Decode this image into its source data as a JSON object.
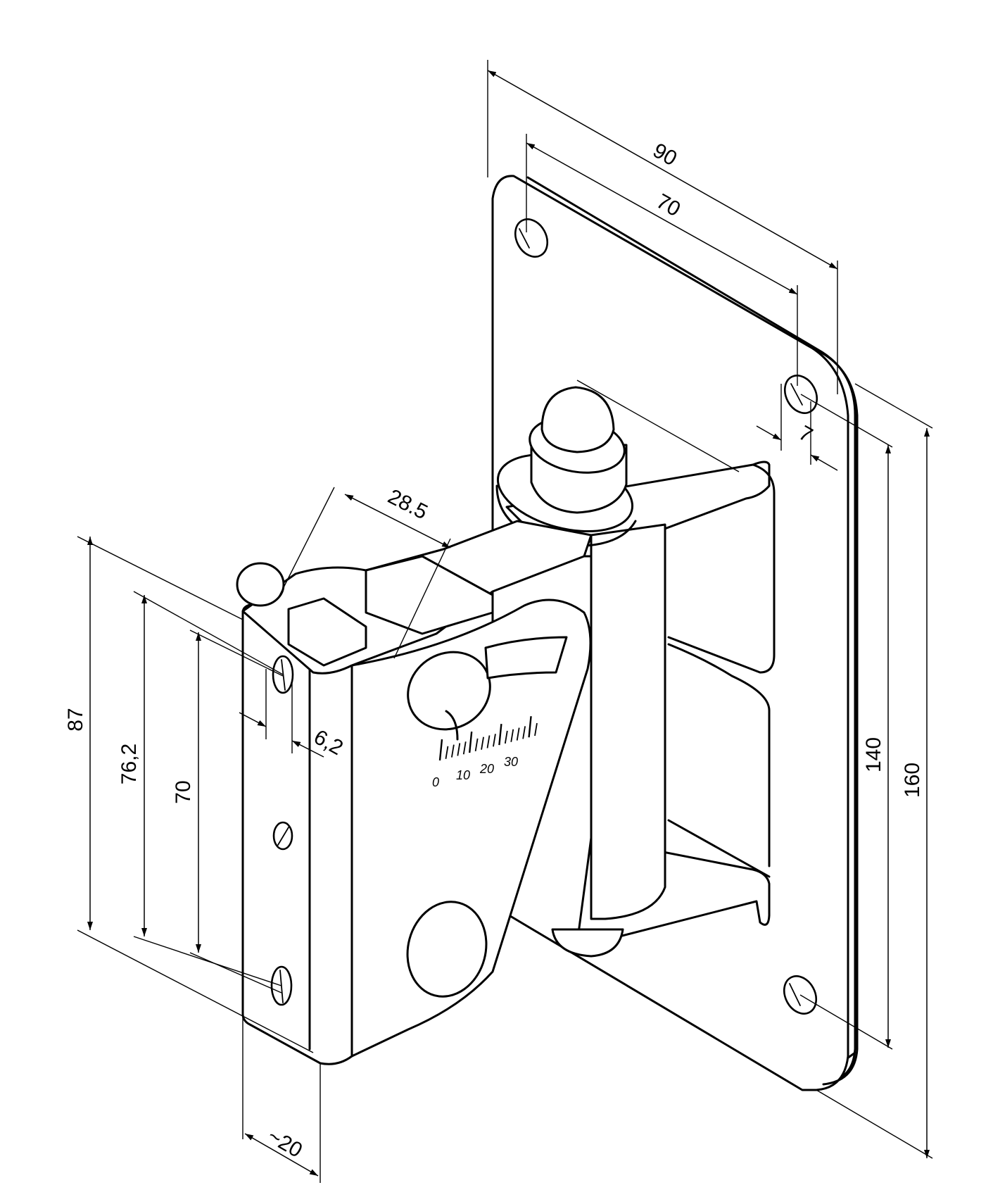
{
  "dimensions": {
    "plate_width": "90",
    "hole_spacing_horizontal": "70",
    "hole_spacing_vertical": "140",
    "plate_height": "160",
    "hole_diameter": "7",
    "arm_width": "28.5",
    "clamp_height": "87",
    "clamp_hole_spacing_outer": "76,2",
    "clamp_hole_spacing_inner": "70",
    "clamp_hole_size": "6,2",
    "clamp_depth": "~20"
  },
  "tilt_scale": {
    "labels": [
      "0",
      "10",
      "20",
      "30"
    ]
  },
  "colors": {
    "line": "#000000",
    "background": "#ffffff"
  }
}
